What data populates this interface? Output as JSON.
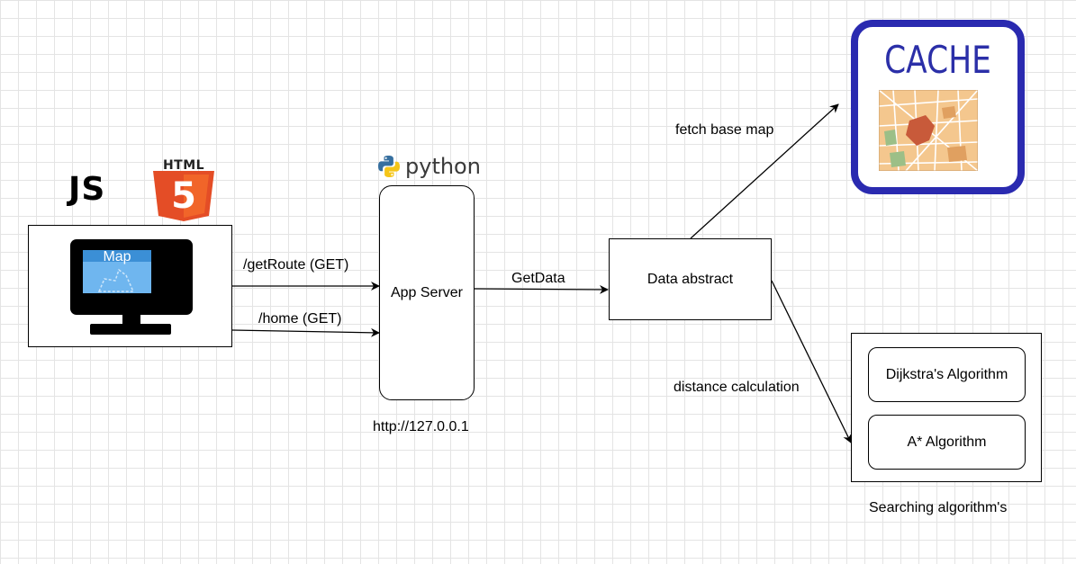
{
  "client": {
    "js_logo_text": "JS",
    "html_logo_text": "HTML",
    "html_shield_digit": "5",
    "monitor_window_label": "Map"
  },
  "server": {
    "python_logo_text": "python",
    "box_label": "App Server",
    "address": "http://127.0.0.1"
  },
  "edges": {
    "get_route": "/getRoute (GET)",
    "home": "/home (GET)",
    "get_data": "GetData",
    "fetch_base_map": "fetch base map",
    "distance_calculation": "distance calculation"
  },
  "data_abstract": {
    "label": "Data abstract"
  },
  "cache": {
    "title": "CACHE"
  },
  "algorithms": {
    "items": [
      "Dijkstra's Algorithm",
      "A* Algorithm"
    ],
    "caption": "Searching algorithm's"
  },
  "colors": {
    "grid": "#e4e4e4",
    "cache_border": "#2a2ab0",
    "cache_title": "#2b2fa8",
    "html5_orange": "#e44d26",
    "html5_light": "#f16529",
    "monitor_window": "#4aa3e8",
    "python_blue": "#366f9f",
    "python_yellow": "#f5c518",
    "map_base": "#f4c78e"
  }
}
